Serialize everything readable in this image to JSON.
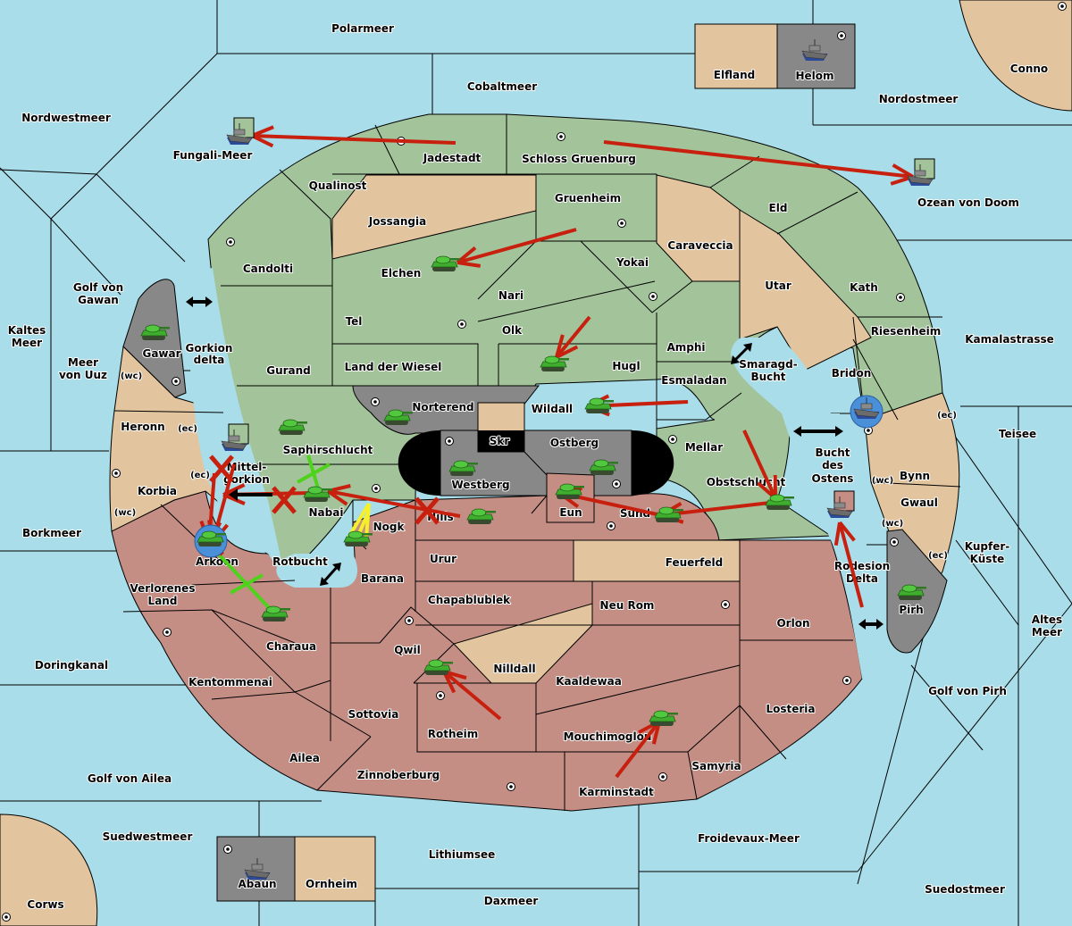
{
  "map": {
    "colors": {
      "sea": "#a8dde9",
      "green_power": "#a3c49a",
      "red_power": "#c48e85",
      "neutral": "#e2c59e",
      "impassable": "#888888",
      "black_zone": "#000000",
      "order_move": "#c8200f",
      "order_support": "#4fd21c",
      "order_convoy": "#f5f02a",
      "dislodged": "#4a90d8"
    },
    "sea_labels": [
      {
        "id": "polarmeer",
        "label": "Polarmeer"
      },
      {
        "id": "cobaltmeer",
        "label": "Cobaltmeer"
      },
      {
        "id": "nordwestmeer",
        "label": "Nordwestmeer"
      },
      {
        "id": "nordostmeer",
        "label": "Nordostmeer"
      },
      {
        "id": "fungali-meer",
        "label": "Fungali-Meer"
      },
      {
        "id": "ozean-von-doom",
        "label": "Ozean von Doom"
      },
      {
        "id": "golf-von-gawan-1",
        "label": "Golf von"
      },
      {
        "id": "golf-von-gawan-2",
        "label": "Gawan"
      },
      {
        "id": "kaltes-meer-1",
        "label": "Kaltes"
      },
      {
        "id": "kaltes-meer-2",
        "label": "Meer"
      },
      {
        "id": "meer-von-uuz-1",
        "label": "Meer"
      },
      {
        "id": "meer-von-uuz-2",
        "label": "von Uuz"
      },
      {
        "id": "gorkion-delta-1",
        "label": "Gorkion"
      },
      {
        "id": "gorkion-delta-2",
        "label": "delta"
      },
      {
        "id": "mittelgorkion-1",
        "label": "Mittel-"
      },
      {
        "id": "mittelgorkion-2",
        "label": "gorkion"
      },
      {
        "id": "borkmeer",
        "label": "Borkmeer"
      },
      {
        "id": "rotbucht",
        "label": "Rotbucht"
      },
      {
        "id": "doringkanal",
        "label": "Doringkanal"
      },
      {
        "id": "golf-von-ailea",
        "label": "Golf von Ailea"
      },
      {
        "id": "suedwestmeer",
        "label": "Suedwestmeer"
      },
      {
        "id": "lithiumsee",
        "label": "Lithiumsee"
      },
      {
        "id": "daxmeer",
        "label": "Daxmeer"
      },
      {
        "id": "froidevaux-meer",
        "label": "Froidevaux-Meer"
      },
      {
        "id": "suedostmeer",
        "label": "Suedostmeer"
      },
      {
        "id": "golf-von-pirh",
        "label": "Golf von Pirh"
      },
      {
        "id": "altes-meer-1",
        "label": "Altes"
      },
      {
        "id": "altes-meer-2",
        "label": "Meer"
      },
      {
        "id": "kupfer-kueste-1",
        "label": "Kupfer-"
      },
      {
        "id": "kupfer-kueste-2",
        "label": "Küste"
      },
      {
        "id": "teisee",
        "label": "Teisee"
      },
      {
        "id": "kamalastrasse",
        "label": "Kamalastrasse"
      },
      {
        "id": "smaragd-bucht-1",
        "label": "Smaragd-"
      },
      {
        "id": "smaragd-bucht-2",
        "label": "Bucht"
      },
      {
        "id": "bucht-des-ostens-1",
        "label": "Bucht"
      },
      {
        "id": "bucht-des-ostens-2",
        "label": "des"
      },
      {
        "id": "bucht-des-ostens-3",
        "label": "Ostens"
      },
      {
        "id": "rodesion-delta-1",
        "label": "Rodesion"
      },
      {
        "id": "rodesion-delta-2",
        "label": "Delta"
      }
    ],
    "land_labels": [
      {
        "id": "elfland",
        "label": "Elfland"
      },
      {
        "id": "helom",
        "label": "Helom"
      },
      {
        "id": "conno",
        "label": "Conno"
      },
      {
        "id": "jadestadt",
        "label": "Jadestadt"
      },
      {
        "id": "schloss-gruenburg",
        "label": "Schloss Gruenburg"
      },
      {
        "id": "qualinost",
        "label": "Qualinost"
      },
      {
        "id": "jossangia",
        "label": "Jossangia"
      },
      {
        "id": "gruenheim",
        "label": "Gruenheim"
      },
      {
        "id": "eld",
        "label": "Eld"
      },
      {
        "id": "caraveccia",
        "label": "Caraveccia"
      },
      {
        "id": "candolti",
        "label": "Candolti"
      },
      {
        "id": "elchen",
        "label": "Elchen"
      },
      {
        "id": "yokai",
        "label": "Yokai"
      },
      {
        "id": "utar",
        "label": "Utar"
      },
      {
        "id": "kath",
        "label": "Kath"
      },
      {
        "id": "nari",
        "label": "Nari"
      },
      {
        "id": "tel",
        "label": "Tel"
      },
      {
        "id": "olk",
        "label": "Olk"
      },
      {
        "id": "riesenheim",
        "label": "Riesenheim"
      },
      {
        "id": "amphi",
        "label": "Amphi"
      },
      {
        "id": "gawar",
        "label": "Gawar"
      },
      {
        "id": "gurand",
        "label": "Gurand"
      },
      {
        "id": "land-der-wiesel",
        "label": "Land der Wiesel"
      },
      {
        "id": "hugl",
        "label": "Hugl"
      },
      {
        "id": "bridon",
        "label": "Bridon"
      },
      {
        "id": "esmaladan",
        "label": "Esmaladan"
      },
      {
        "id": "norterend",
        "label": "Norterend"
      },
      {
        "id": "wildall",
        "label": "Wildall"
      },
      {
        "id": "heronn",
        "label": "Heronn"
      },
      {
        "id": "skr",
        "label": "Skr"
      },
      {
        "id": "ostberg",
        "label": "Ostberg"
      },
      {
        "id": "saphirschlucht",
        "label": "Saphirschlucht"
      },
      {
        "id": "mellar",
        "label": "Mellar"
      },
      {
        "id": "westberg",
        "label": "Westberg"
      },
      {
        "id": "bynn",
        "label": "Bynn"
      },
      {
        "id": "obstschlucht",
        "label": "Obstschlucht"
      },
      {
        "id": "korbia",
        "label": "Korbia"
      },
      {
        "id": "nabai",
        "label": "Nabai"
      },
      {
        "id": "hills",
        "label": "Hills"
      },
      {
        "id": "eun",
        "label": "Eun"
      },
      {
        "id": "sund",
        "label": "Sund"
      },
      {
        "id": "gwaul",
        "label": "Gwaul"
      },
      {
        "id": "nogk",
        "label": "Nogk"
      },
      {
        "id": "arkoon",
        "label": "Arkoon"
      },
      {
        "id": "urur",
        "label": "Urur"
      },
      {
        "id": "feuerfeld",
        "label": "Feuerfeld"
      },
      {
        "id": "barana",
        "label": "Barana"
      },
      {
        "id": "verlorenes-land-1",
        "label": "Verlorenes"
      },
      {
        "id": "verlorenes-land-2",
        "label": "Land"
      },
      {
        "id": "chapablublek",
        "label": "Chapablublek"
      },
      {
        "id": "neu-rom",
        "label": "Neu Rom"
      },
      {
        "id": "pirh",
        "label": "Pirh"
      },
      {
        "id": "orlon",
        "label": "Orlon"
      },
      {
        "id": "charaua",
        "label": "Charaua"
      },
      {
        "id": "qwil",
        "label": "Qwil"
      },
      {
        "id": "nilldall",
        "label": "Nilldall"
      },
      {
        "id": "kentommenai",
        "label": "Kentommenai"
      },
      {
        "id": "kaaldewaa",
        "label": "Kaaldewaa"
      },
      {
        "id": "losteria",
        "label": "Losteria"
      },
      {
        "id": "sottovia",
        "label": "Sottovia"
      },
      {
        "id": "rotheim",
        "label": "Rotheim"
      },
      {
        "id": "mouchimoglou",
        "label": "Mouchimoglou"
      },
      {
        "id": "ailea",
        "label": "Ailea"
      },
      {
        "id": "samyria",
        "label": "Samyria"
      },
      {
        "id": "zinnoberburg",
        "label": "Zinnoberburg"
      },
      {
        "id": "karminstadt",
        "label": "Karminstadt"
      },
      {
        "id": "abaun",
        "label": "Abaun"
      },
      {
        "id": "ornheim",
        "label": "Ornheim"
      },
      {
        "id": "corws",
        "label": "Corws"
      }
    ],
    "coast_labels": [
      {
        "id": "gawar-wc",
        "label": "(wc)"
      },
      {
        "id": "heronn-ec",
        "label": "(ec)"
      },
      {
        "id": "korbia-ec",
        "label": "(ec)"
      },
      {
        "id": "korbia-wc",
        "label": "(wc)"
      },
      {
        "id": "bridon-ec",
        "label": "(ec)"
      },
      {
        "id": "bynn-wc",
        "label": "(wc)"
      },
      {
        "id": "gwaul-wc",
        "label": "(wc)"
      },
      {
        "id": "gwaul-ec",
        "label": "(ec)"
      }
    ],
    "units": [
      {
        "type": "fleet",
        "location": "Helom",
        "owner": "neutral"
      },
      {
        "type": "fleet",
        "location": "Fungali-Meer",
        "owner": "green",
        "retreat": true
      },
      {
        "type": "fleet",
        "location": "Ozean von Doom",
        "owner": "green",
        "retreat": true
      },
      {
        "type": "fleet",
        "location": "Mittelgorkion",
        "owner": "green",
        "retreat": true
      },
      {
        "type": "fleet",
        "location": "Bridon",
        "owner": "green",
        "dislodged": true
      },
      {
        "type": "fleet",
        "location": "Bucht des Ostens",
        "owner": "red",
        "retreat": true
      },
      {
        "type": "fleet",
        "location": "Abaun",
        "owner": "neutral"
      },
      {
        "type": "army",
        "location": "Gawar",
        "owner": "green"
      },
      {
        "type": "army",
        "location": "Elchen",
        "owner": "green"
      },
      {
        "type": "army",
        "location": "Hugl",
        "owner": "green"
      },
      {
        "type": "army",
        "location": "Norterend",
        "owner": "green"
      },
      {
        "type": "army",
        "location": "Wildall",
        "owner": "green"
      },
      {
        "type": "army",
        "location": "Saphirschlucht",
        "owner": "green"
      },
      {
        "type": "army",
        "location": "Westberg",
        "owner": "green"
      },
      {
        "type": "army",
        "location": "Ostberg",
        "owner": "green"
      },
      {
        "type": "army",
        "location": "Nabai",
        "owner": "green"
      },
      {
        "type": "army",
        "location": "Nogk",
        "owner": "green"
      },
      {
        "type": "army",
        "location": "Hills",
        "owner": "green"
      },
      {
        "type": "army",
        "location": "Eun",
        "owner": "green"
      },
      {
        "type": "army",
        "location": "Sund",
        "owner": "green"
      },
      {
        "type": "army",
        "location": "Obstschlucht",
        "owner": "green"
      },
      {
        "type": "army",
        "location": "Arkoon",
        "owner": "green",
        "dislodged": true
      },
      {
        "type": "army",
        "location": "Charaua",
        "owner": "green"
      },
      {
        "type": "army",
        "location": "Pirh",
        "owner": "green"
      },
      {
        "type": "army",
        "location": "Qwil",
        "owner": "green"
      },
      {
        "type": "army",
        "location": "Mouchimoglou",
        "owner": "green"
      }
    ],
    "orders": [
      {
        "kind": "move",
        "from": "Jadestadt",
        "to": "Fungali-Meer"
      },
      {
        "kind": "move",
        "from": "Schloss Gruenburg",
        "to": "Ozean von Doom"
      },
      {
        "kind": "move",
        "from": "Gruenheim",
        "to": "Elchen"
      },
      {
        "kind": "move",
        "from": "Olk",
        "to": "Hugl"
      },
      {
        "kind": "move",
        "from": "Esmaladan",
        "to": "Wildall"
      },
      {
        "kind": "move",
        "from": "Mellar",
        "to": "Obstschlucht"
      },
      {
        "kind": "move",
        "from": "Obstschlucht",
        "to": "Sund"
      },
      {
        "kind": "move",
        "from": "Sund",
        "to": "Eun"
      },
      {
        "kind": "move",
        "from": "Hills",
        "to": "Nabai",
        "failed": true
      },
      {
        "kind": "move",
        "from": "Nabai",
        "to": "Mittelgorkion",
        "failed": true
      },
      {
        "kind": "move",
        "from": "Mittelgorkion",
        "to": "Arkoon",
        "failed": true
      },
      {
        "kind": "move",
        "from": "Korbia",
        "to": "Arkoon"
      },
      {
        "kind": "support",
        "from": "Saphirschlucht",
        "to": "Nabai"
      },
      {
        "kind": "support",
        "from": "Charaua",
        "to": "Arkoon",
        "failed": true
      },
      {
        "kind": "convoy",
        "from": "Nogk",
        "to": "Nabai"
      },
      {
        "kind": "move",
        "from": "Sottovia",
        "to": "Qwil"
      },
      {
        "kind": "move",
        "from": "Karminstadt",
        "to": "Mouchimoglou"
      },
      {
        "kind": "move",
        "from": "Rodesion Delta",
        "to": "Bucht des Ostens"
      }
    ]
  }
}
